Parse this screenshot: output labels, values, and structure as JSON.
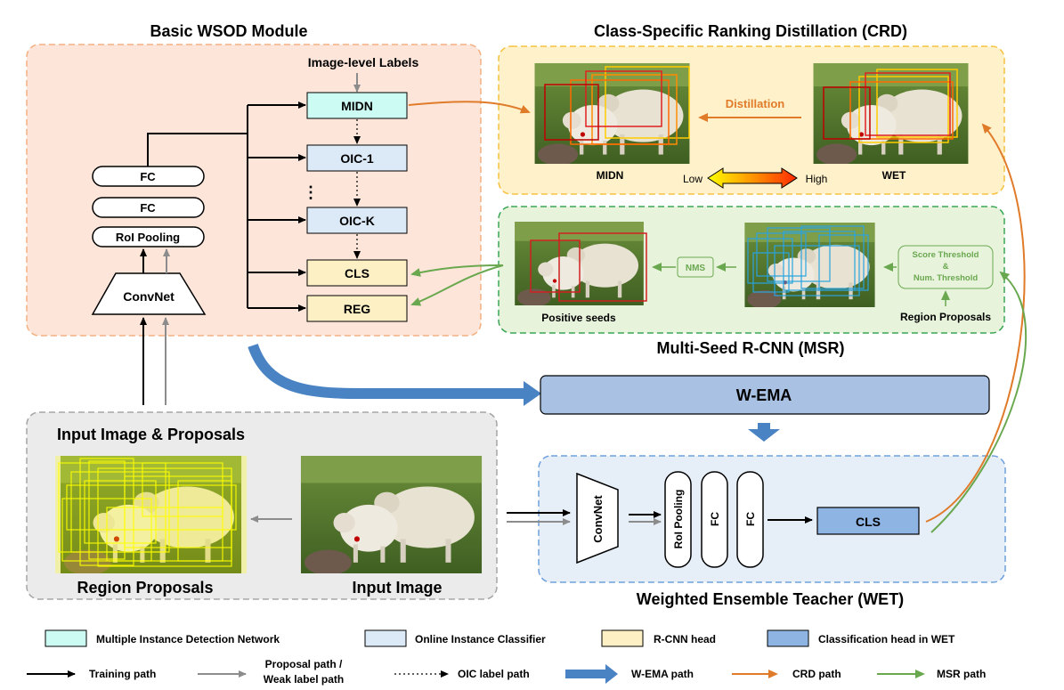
{
  "panels": {
    "wsod": {
      "title": "Basic WSOD Module",
      "image_level_labels": "Image-level Labels"
    },
    "crd": {
      "title": "Class-Specific Ranking Distillation (CRD)",
      "distillation": "Distillation",
      "left_caption": "MIDN",
      "right_caption": "WET",
      "low": "Low",
      "high": "High"
    },
    "msr": {
      "title": "Multi-Seed R-CNN (MSR)",
      "positive_seeds": "Positive seeds",
      "nms": "NMS",
      "threshold_1": "Score Threshold",
      "threshold_2": "&",
      "threshold_3": "Num. Threshold",
      "region_proposals": "Region Proposals"
    },
    "input": {
      "title": "Input Image & Proposals",
      "left_caption": "Region Proposals",
      "right_caption": "Input Image"
    },
    "wet": {
      "title": "Weighted Ensemble Teacher (WET)"
    }
  },
  "blocks": {
    "midn": "MIDN",
    "oic1": "OIC-1",
    "oick": "OIC-K",
    "cls": "CLS",
    "reg": "REG",
    "fc1": "FC",
    "fc2": "FC",
    "roi": "RoI Pooling",
    "convnet": "ConvNet",
    "wema": "W-EMA",
    "wet_convnet": "ConvNet",
    "wet_roi": "RoI Pooling",
    "wet_fc1": "FC",
    "wet_fc2": "FC",
    "wet_cls": "CLS"
  },
  "legend": {
    "boxes": [
      {
        "label": "Multiple Instance Detection Network",
        "color": "#ccfbf4"
      },
      {
        "label": "Online Instance Classifier",
        "color": "#dce9f7"
      },
      {
        "label": "R-CNN head",
        "color": "#fdf0c4"
      },
      {
        "label": "Classification head in WET",
        "color": "#8db4e2"
      }
    ],
    "paths": [
      {
        "label": "Training path",
        "icon": "solid-black-arrow"
      },
      {
        "label_1": "Proposal path /",
        "label_2": "Weak label path",
        "icon": "gray-arrow"
      },
      {
        "label": "OIC label path",
        "icon": "dotted-arrow"
      },
      {
        "label": "W-EMA path",
        "icon": "blue-thick-arrow"
      },
      {
        "label": "CRD path",
        "icon": "orange-arrow"
      },
      {
        "label": "MSR path",
        "icon": "green-arrow"
      }
    ]
  },
  "colors": {
    "wsod_bg": "#fde6d9",
    "wsod_border": "#f4b183",
    "crd_bg": "#fff1c9",
    "crd_border": "#f5c242",
    "msr_bg": "#e8f3dc",
    "msr_border": "#3aa655",
    "input_bg": "#ebebeb",
    "input_border": "#a6a6a6",
    "wet_bg": "#e6eef8",
    "wet_border": "#6fa0dc",
    "midn": "#ccfbf4",
    "oic": "#dce9f7",
    "rcnn": "#fdf0c4",
    "wet_cls": "#8db4e2",
    "wema": "#a9c1e3",
    "crd_arrow": "#e07b2a",
    "msr_arrow": "#6aa84f",
    "wema_arrow": "#4a83c4"
  }
}
